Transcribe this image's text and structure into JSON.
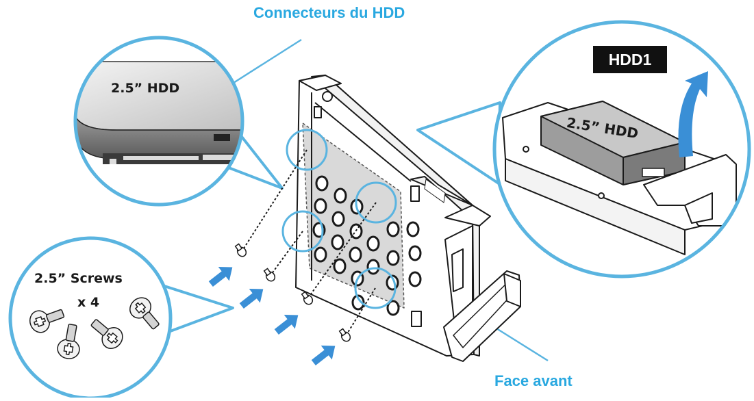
{
  "callouts": {
    "connectors_title": "Connecteurs du HDD",
    "front_title": "Face avant"
  },
  "lenses": {
    "hdd_connector_label": "2.5” HDD",
    "screws_label": "2.5” Screws",
    "screws_count": "x 4",
    "hdd_bay_label": "2.5” HDD",
    "slot_badge": "HDD1"
  },
  "colors": {
    "accent": "#5ab4e0",
    "callout_text": "#29a8e0",
    "arrow": "#3a8fd6",
    "line": "#1a1a1a",
    "tray_fill": "#d9d9d9",
    "badge_bg": "#111111"
  },
  "icons": [
    "screw-icon",
    "mounting-arrow-icon",
    "rotate-arrow-icon",
    "magnifier-lens-icon"
  ]
}
